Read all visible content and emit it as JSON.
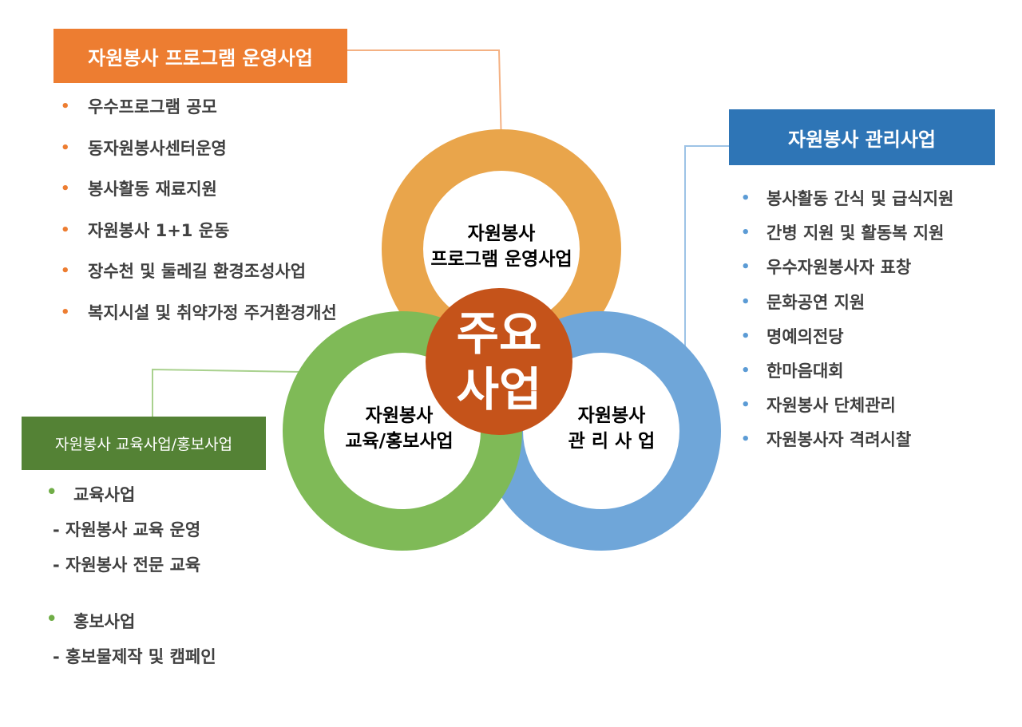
{
  "center": {
    "line1": "주요",
    "line2": "사업"
  },
  "colors": {
    "orange": "#ed7d31",
    "ring_orange": "#e9a54b",
    "ring_green": "#7fba57",
    "ring_blue": "#6fa6d9",
    "center": "#c5531a",
    "blue_header": "#2e75b6",
    "green_header": "#548235"
  },
  "program": {
    "header": "자원봉사 프로그램 운영사업",
    "ring_line1": "자원봉사",
    "ring_line2": "프로그램 운영사업",
    "items": [
      "우수프로그램 공모",
      "동자원봉사센터운영",
      "봉사활동 재료지원",
      "자원봉사 1+1 운동",
      "장수천 및 둘레길 환경조성사업",
      "복지시설 및 취약가정 주거환경개선"
    ]
  },
  "management": {
    "header": "자원봉사 관리사업",
    "ring_line1": "자원봉사",
    "ring_line2": "관 리 사 업",
    "items": [
      "봉사활동 간식 및 급식지원",
      "간병 지원 및 활동복 지원",
      "우수자원봉사자 표창",
      "문화공연 지원",
      "명예의전당",
      "한마음대회",
      "자원봉사 단체관리",
      "자원봉사자 격려시찰"
    ]
  },
  "education": {
    "header": "자원봉사 교육사업/홍보사업",
    "ring_line1": "자원봉사",
    "ring_line2": "교육/홍보사업",
    "edu_title": "교육사업",
    "edu_items": [
      "- 자원봉사 교육 운영",
      "- 자원봉사 전문 교육"
    ],
    "pr_title": "홍보사업",
    "pr_items": [
      "- 홍보물제작 및 캠페인"
    ]
  }
}
